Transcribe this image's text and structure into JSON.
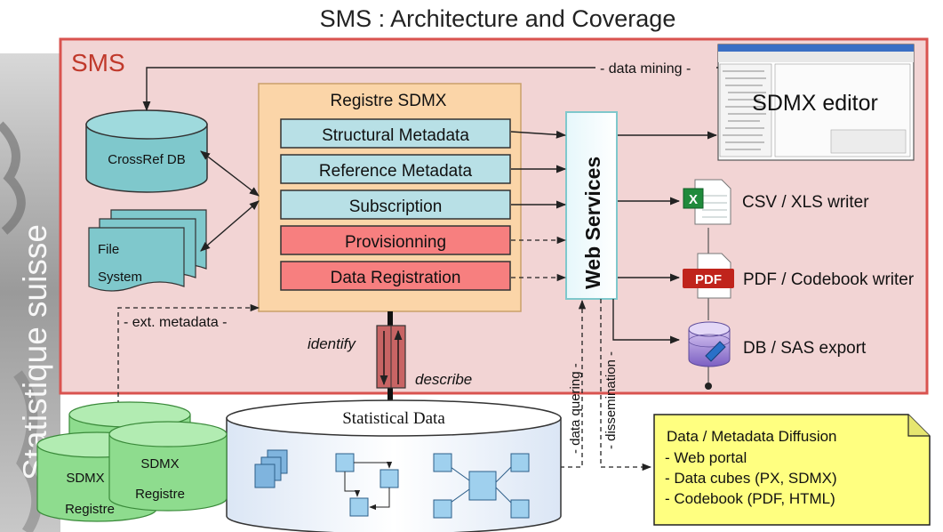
{
  "title": "SMS : Architecture and Coverage",
  "side_label": "Statistique suisse",
  "sms_label": "SMS",
  "registry": {
    "title": "Registre SDMX",
    "items": [
      "Structural Metadata",
      "Reference Metadata",
      "Subscription",
      "Provisionning",
      "Data Registration"
    ]
  },
  "crossref_db": "CrossRef DB",
  "file_system": {
    "line1": "File",
    "line2": "System"
  },
  "web_services": "Web Services",
  "sdmx_editor": "SDMX editor",
  "data_mining": "- data mining -",
  "ext_metadata": "- ext. metadata -",
  "identify": "identify",
  "describe": "describe",
  "data_quering": "- data quering -",
  "dissemination": "- dissemination -",
  "outputs": {
    "csv": "CSV / XLS writer",
    "pdf": "PDF / Codebook writer",
    "pdf_icon": "PDF",
    "db": "DB / SAS export"
  },
  "statistical_data": "Statistical Data",
  "sdmx_registre": {
    "line1": "SDMX",
    "line2": "Registre"
  },
  "diffusion": {
    "title": "Data / Metadata Diffusion",
    "items": [
      "- Web portal",
      "- Data cubes (PX, SDMX)",
      "- Codebook (PDF, HTML)"
    ]
  },
  "colors": {
    "sms_fill": "#f2d4d4",
    "sms_border": "#d9534f",
    "registry_fill": "#fbd5a8",
    "meta_fill": "#b8e0e6",
    "warn_fill": "#f77f7f",
    "db_fill": "#7fc8cc",
    "green": "#8edc8e",
    "note_fill": "#ffff80"
  }
}
